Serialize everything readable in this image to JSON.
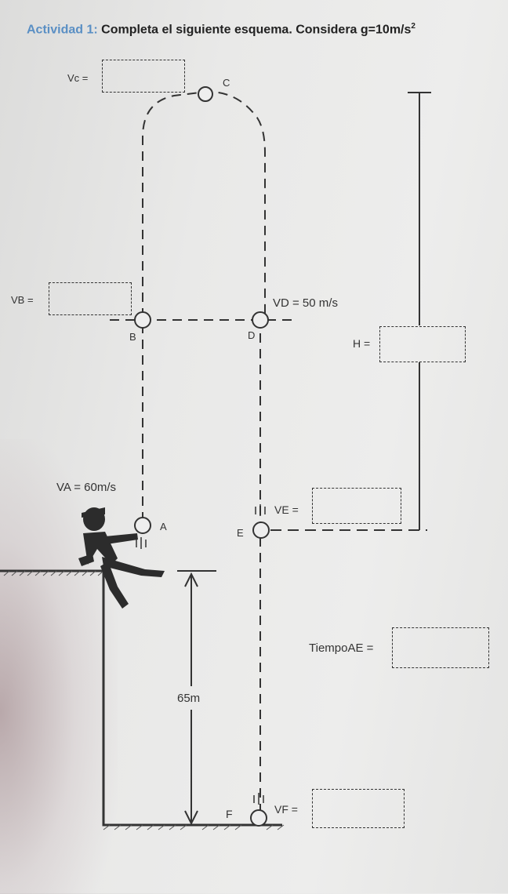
{
  "title": {
    "lead": "Actividad 1:",
    "text": "Completa el siguiente esquema. Considera g=10m/s",
    "exp": "2"
  },
  "labels": {
    "vc": "Vc =",
    "vb": "VB =",
    "vd": "VD = 50 m/s",
    "h": "H =",
    "va": "VA = 60m/s",
    "ve": "VE =",
    "tiempo": "TiempoAE =",
    "height": "65m",
    "vf": "VF ="
  },
  "points": {
    "a": "A",
    "b": "B",
    "c": "C",
    "d": "D",
    "e": "E",
    "f": "F"
  }
}
